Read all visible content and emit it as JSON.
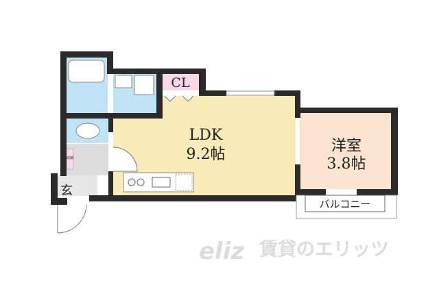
{
  "floorplan": {
    "rooms": {
      "ldk": {
        "name": "LDK",
        "size": "9.2帖"
      },
      "western_room": {
        "name": "洋室",
        "size": "3.8帖"
      },
      "closet": {
        "name": "CL"
      },
      "entrance": {
        "name": "玄"
      },
      "storage": {
        "name": "収納"
      },
      "balcony": {
        "name": "バルコニー"
      }
    },
    "colors": {
      "wall": "#2b2b2b",
      "ldk": "#f8ebb8",
      "western_room": "#fbe3cf",
      "wet_area": "#bfe3f5",
      "closet": "#f8d7e6",
      "corridor": "#dcdcdc"
    }
  },
  "watermark": {
    "logo": "eliz",
    "text": "賃貸のエリッツ"
  }
}
